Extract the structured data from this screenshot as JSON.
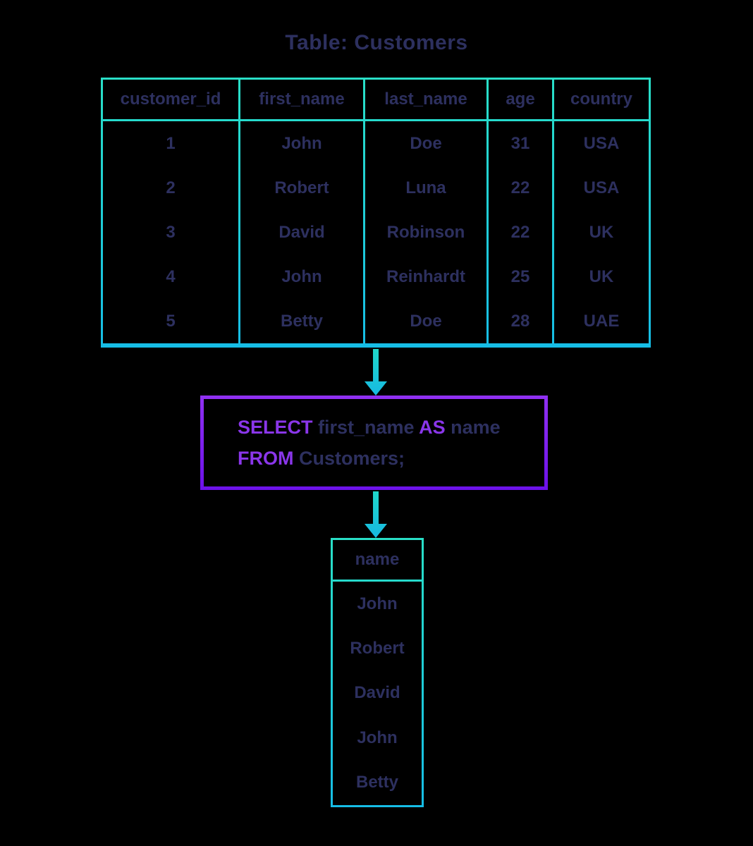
{
  "header": {
    "title": "Table: Customers"
  },
  "colors": {
    "background": "#000000",
    "text_navy": "#2d305f",
    "teal_top": "#29dfc7",
    "teal_bottom": "#16bde6",
    "purple_top": "#9031f2",
    "purple_bottom": "#6c11e9",
    "keyword_purple": "#8a36ea"
  },
  "customers_table": {
    "columns": [
      "customer_id",
      "first_name",
      "last_name",
      "age",
      "country"
    ],
    "rows": [
      [
        "1",
        "John",
        "Doe",
        "31",
        "USA"
      ],
      [
        "2",
        "Robert",
        "Luna",
        "22",
        "USA"
      ],
      [
        "3",
        "David",
        "Robinson",
        "22",
        "UK"
      ],
      [
        "4",
        "John",
        "Reinhardt",
        "25",
        "UK"
      ],
      [
        "5",
        "Betty",
        "Doe",
        "28",
        "UAE"
      ]
    ]
  },
  "query": {
    "lines": [
      [
        {
          "text": "SELECT ",
          "keyword": true
        },
        {
          "text": "first_name ",
          "keyword": false
        },
        {
          "text": "AS ",
          "keyword": true
        },
        {
          "text": "name",
          "keyword": false
        }
      ],
      [
        {
          "text": "FROM ",
          "keyword": true
        },
        {
          "text": "Customers;",
          "keyword": false
        }
      ]
    ]
  },
  "result_table": {
    "column": "name",
    "rows": [
      "John",
      "Robert",
      "David",
      "John",
      "Betty"
    ]
  }
}
